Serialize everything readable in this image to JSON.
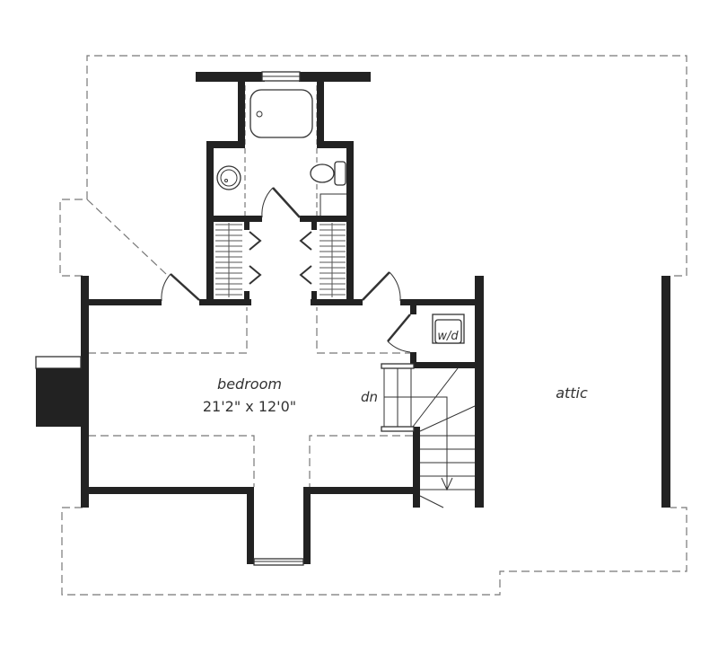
{
  "plan": {
    "rooms": [
      {
        "name": "bedroom",
        "dimensions": "21'2\" x 12'0\""
      },
      {
        "name": "attic"
      }
    ],
    "labels": {
      "laundry": "w/d",
      "stairs": "dn"
    }
  }
}
